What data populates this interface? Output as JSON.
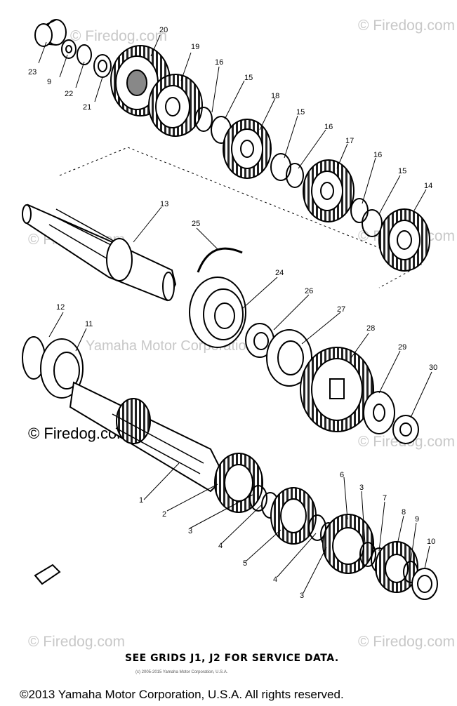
{
  "watermark": {
    "text": "© Firedog.com",
    "yamaha_text": "Yamaha Motor Corporation, U.S.A."
  },
  "callouts": [
    "23",
    "9",
    "22",
    "21",
    "20",
    "19",
    "16",
    "15",
    "18",
    "15",
    "16",
    "17",
    "16",
    "15",
    "14",
    "13",
    "25",
    "24",
    "26",
    "27",
    "28",
    "29",
    "30",
    "12",
    "11",
    "1",
    "2",
    "3",
    "4",
    "5",
    "4",
    "3",
    "6",
    "3",
    "7",
    "8",
    "9",
    "10"
  ],
  "note": "SEE GRIDS J1, J2 FOR SERVICE DATA.",
  "fine_print": "(c) 2005-2015 Yamaha Motor Corporation, U.S.A.",
  "footer": "©2013 Yamaha Motor Corporation, U.S.A. All rights reserved.",
  "colors": {
    "ink": "#000000",
    "watermark": "#c8c8c8",
    "background": "#ffffff"
  }
}
